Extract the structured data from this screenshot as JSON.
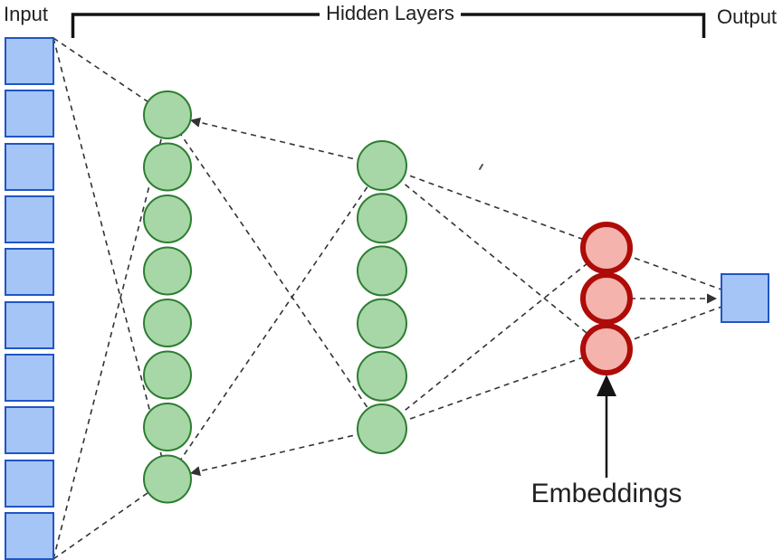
{
  "labels": {
    "input": "Input",
    "hidden_layers": "Hidden Layers",
    "output": "Output",
    "embeddings": "Embeddings"
  },
  "network": {
    "layers": [
      {
        "name": "input",
        "shape": "square",
        "count": 10
      },
      {
        "name": "hidden-1",
        "shape": "circle",
        "count": 8
      },
      {
        "name": "hidden-2",
        "shape": "circle",
        "count": 6
      },
      {
        "name": "embeddings",
        "shape": "circle",
        "count": 3
      },
      {
        "name": "output",
        "shape": "square",
        "count": 1
      }
    ],
    "connection_style": "dashed"
  },
  "colors": {
    "node_blue_fill": "#a6c5f7",
    "node_blue_stroke": "#2155c4",
    "node_green_fill": "#a7d7a7",
    "node_green_stroke": "#2e7d32",
    "node_red_fill": "#f4b3ac",
    "node_red_stroke": "#ae0c09",
    "connection": "#333333",
    "bracket": "#141414",
    "text": "#202124"
  }
}
